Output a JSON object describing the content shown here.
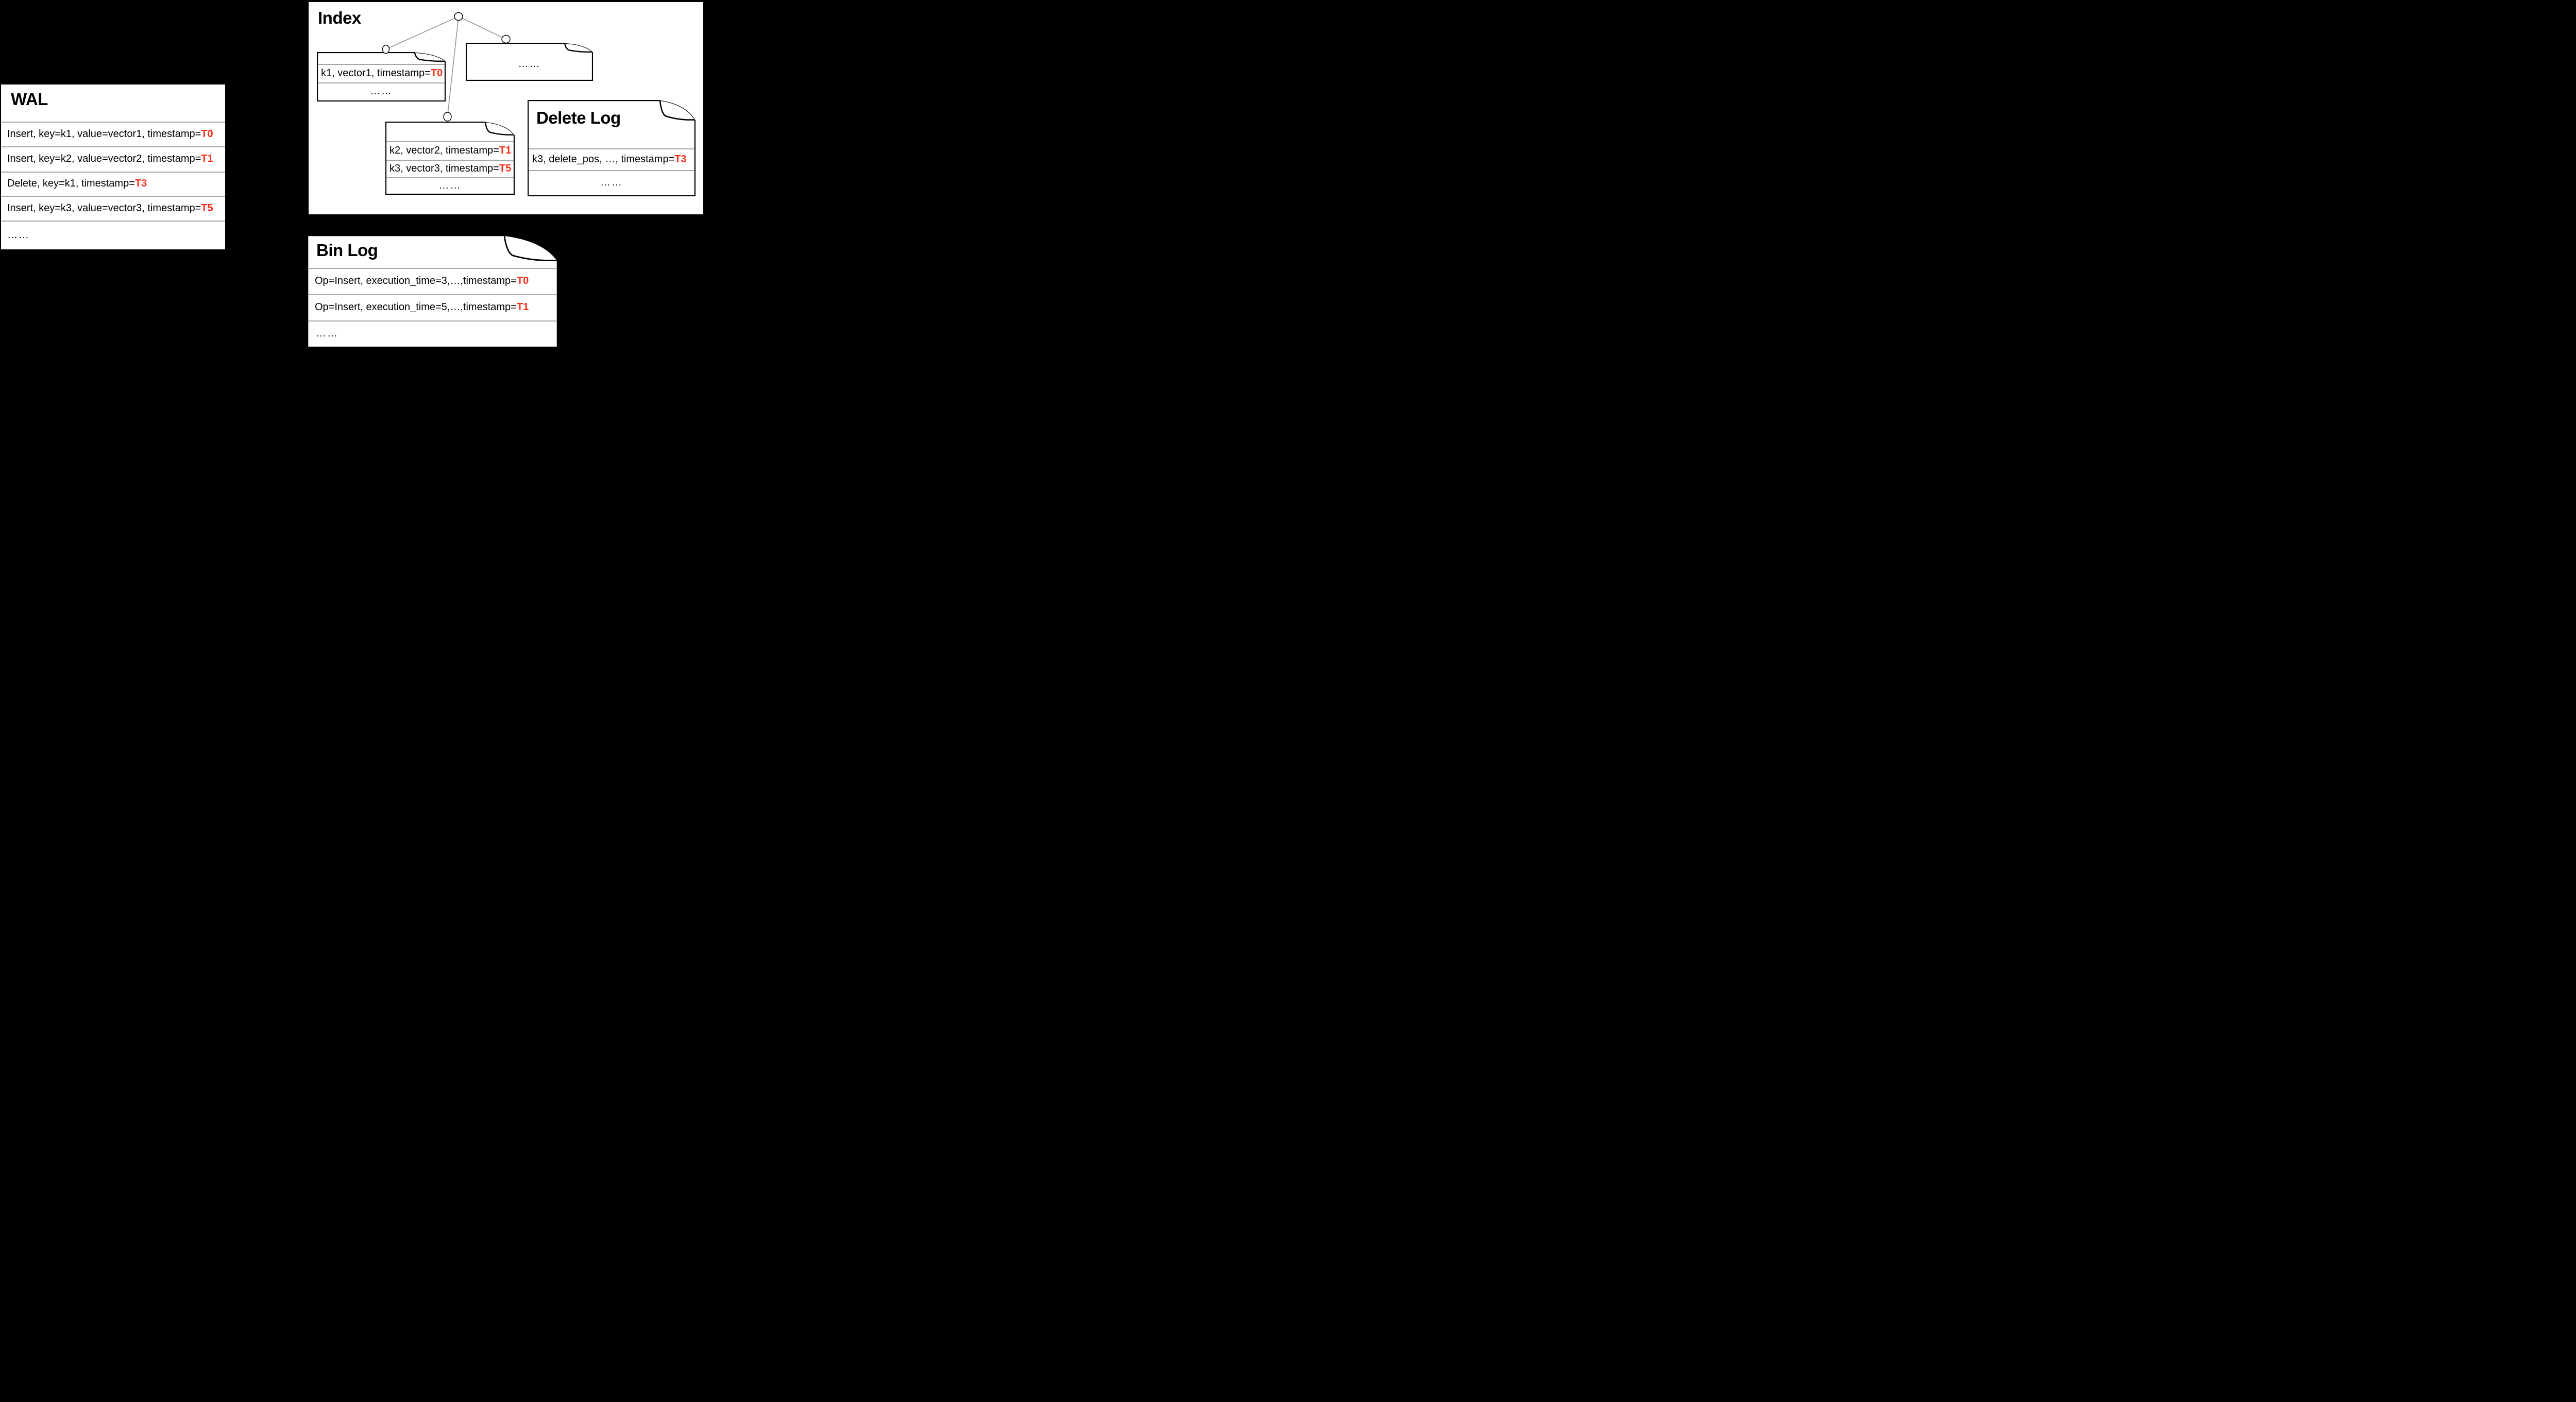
{
  "colors": {
    "background": "#000000",
    "panel_background": "#FFFFFF",
    "timestamp_red": "#FF2D16",
    "divider_gray": "#A6A6A6",
    "tree_line_gray": "#999999",
    "document_border_black": "#000000"
  },
  "wal": {
    "title": "WAL",
    "rows": [
      {
        "text": "Insert, key=k1, value=vector1, timestamp=",
        "timestamp": "T0"
      },
      {
        "text": "Insert, key=k2, value=vector2, timestamp=",
        "timestamp": "T1"
      },
      {
        "text": "Delete, key=k1, timestamp=",
        "timestamp": "T3"
      },
      {
        "text": "Insert, key=k3, value=vector3, timestamp=",
        "timestamp": "T5"
      },
      {
        "text": "……"
      }
    ]
  },
  "index": {
    "title": "Index",
    "documents": {
      "segment_k1": {
        "rows": [
          {
            "text": "k1, vector1, timestamp=",
            "timestamp": "T0"
          },
          {
            "text": "……"
          }
        ]
      },
      "segment_more": {
        "rows": [
          {
            "text": "……"
          }
        ]
      },
      "segment_k2_k3": {
        "rows": [
          {
            "text": "k2, vector2, timestamp=",
            "timestamp": "T1"
          },
          {
            "text": "k3, vector3, timestamp=",
            "timestamp": "T5"
          },
          {
            "text": "……"
          }
        ]
      }
    }
  },
  "delete_log": {
    "title": "Delete Log",
    "rows": [
      {
        "text": "k3, delete_pos, …, timestamp=",
        "timestamp": "T3"
      },
      {
        "text": "……"
      }
    ]
  },
  "bin_log": {
    "title": "Bin Log",
    "rows": [
      {
        "text": "Op=Insert, execution_time=3,…,timestamp=",
        "timestamp": "T0"
      },
      {
        "text": "Op=Insert, execution_time=5,…,timestamp=",
        "timestamp": "T1"
      },
      {
        "text": "……"
      }
    ]
  }
}
